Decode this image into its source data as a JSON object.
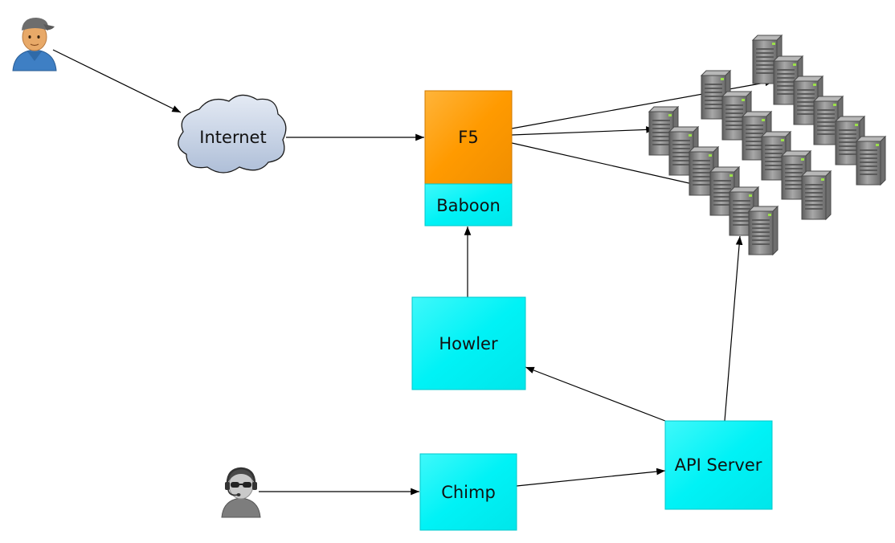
{
  "nodes": {
    "internet": "Internet",
    "f5": "F5",
    "baboon": "Baboon",
    "howler": "Howler",
    "chimp": "Chimp",
    "api_server": "API Server"
  },
  "icons": {
    "user": "user-icon",
    "operator": "operator-with-headset-icon",
    "cloud": "cloud-icon",
    "server": "server-tower-icon"
  },
  "colors": {
    "cyan_box": "#00F2F6",
    "f5_orange": "#FF9A00",
    "cloud_fill": "#C9D4E6",
    "server_body": "#8A8A8A",
    "line": "#000000"
  }
}
